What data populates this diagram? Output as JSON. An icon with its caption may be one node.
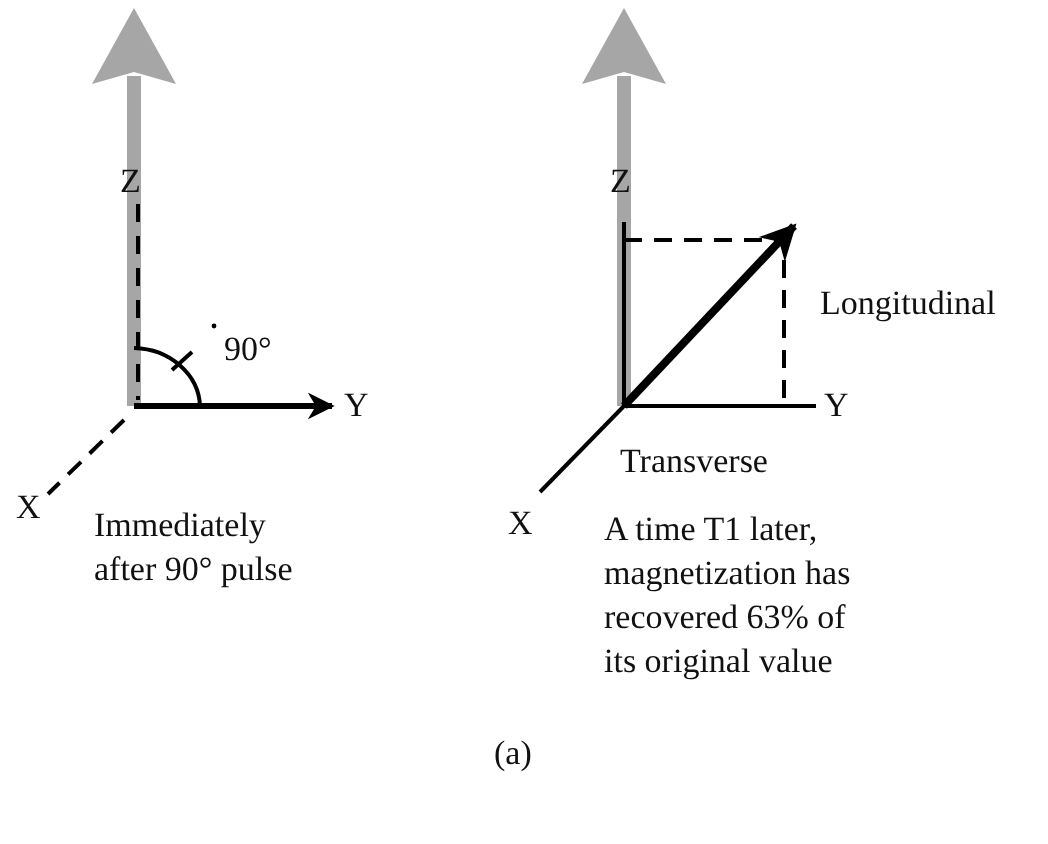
{
  "diagram": {
    "labels": [
      "Z",
      "90°",
      "Y",
      "X",
      "Immediately after 90° pulse",
      "Z",
      "Longitudinal",
      "Y",
      "Transverse",
      "X",
      "A time T1 later, magnetization has recovered 63% of its original value",
      "(a)"
    ]
  }
}
